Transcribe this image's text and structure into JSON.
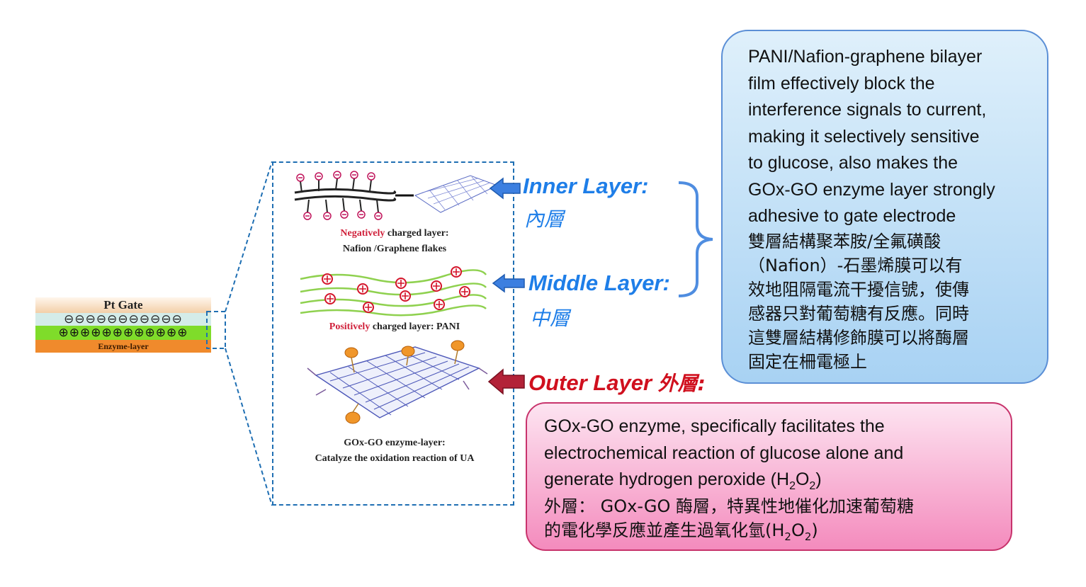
{
  "stack": {
    "gate": "Pt Gate",
    "neg_symbols": "⊖⊖⊖⊖⊖⊖⊖⊖⊖⊖⊖",
    "pos_symbols": "⊕⊕⊕⊕⊕⊕⊕⊕⊕⊕⊕⊕",
    "enzyme": "Enzyme-layer"
  },
  "panel": {
    "inner_caption_red": "Negatively",
    "inner_caption_rest": " charged layer:",
    "inner_caption_line2": "Nafion /Graphene flakes",
    "middle_caption_red": "Positively",
    "middle_caption_rest": " charged layer: PANI",
    "outer_caption_line1": "GOx-GO  enzyme-layer:",
    "outer_caption_line2": "Catalyze  the oxidation  reaction of UA"
  },
  "labels": {
    "inner_en": "Inner Layer:",
    "inner_zh": "內層",
    "middle_en": "Middle Layer:",
    "middle_zh": "中層",
    "outer_en": "Outer Layer",
    "outer_zh": "外層:"
  },
  "blue_box": {
    "en_lines": [
      "PANI/Nafion-graphene bilayer",
      "film effectively block the",
      "interference signals to current,",
      "making it selectively sensitive",
      "to glucose, also makes the",
      "GOx-GO enzyme layer strongly",
      "adhesive to gate electrode"
    ],
    "zh_lines": [
      "雙層結構聚苯胺/全氟磺酸",
      "（Nafion）-石墨烯膜可以有",
      "效地阻隔電流干擾信號，使傳",
      "感器只對葡萄糖有反應。同時",
      "這雙層結構修飾膜可以將酶層",
      "固定在柵電極上"
    ]
  },
  "pink_box": {
    "en_line1": "GOx-GO enzyme, specifically facilitates the",
    "en_line2": "electrochemical  reaction of glucose alone and",
    "en_line3_pre": "generate hydrogen peroxide (H",
    "en_sub1": "2",
    "en_mid": "O",
    "en_sub2": "2",
    "en_end": ")",
    "zh_line1": "外層： GOx-GO 酶層，特異性地催化加速葡萄糖",
    "zh_line2_pre": "的電化學反應並產生過氧化氫(H",
    "zh_sub1": "2",
    "zh_mid": "O",
    "zh_sub2": "2",
    "zh_end": ")"
  },
  "colors": {
    "label_blue": "#1e7ee8",
    "outer_red": "#d0101e",
    "arrow_blue": "#3c7fe0",
    "arrow_red": "#b32238",
    "neg_layer": "#d4ece9",
    "pos_layer": "#7fdc2a",
    "gate_layer": "#f7dcc4",
    "enzyme_layer": "#f08a2c"
  }
}
